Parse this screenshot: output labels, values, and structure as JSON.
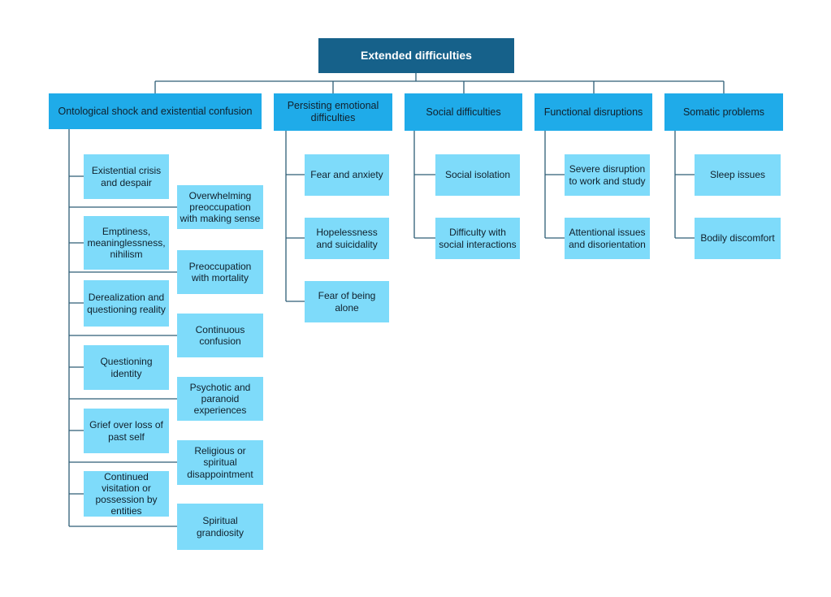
{
  "root": {
    "label": "Extended difficulties"
  },
  "branches": [
    {
      "label": "Ontological shock and existential confusion",
      "children_left": [
        "Existential crisis and despair",
        "Emptiness, meaninglessness, nihilism",
        "Derealization and questioning reality",
        "Questioning identity",
        "Grief over loss of past self",
        "Continued visitation or possession by entities"
      ],
      "children_right": [
        "Overwhelming preoccupation with making sense",
        "Preoccupation with mortality",
        "Continuous confusion",
        "Psychotic and paranoid experiences",
        "Religious or spiritual disappointment",
        "Spiritual grandiosity"
      ]
    },
    {
      "label": "Persisting emotional difficulties",
      "children": [
        "Fear and anxiety",
        "Hopelessness and suicidality",
        "Fear of being alone"
      ]
    },
    {
      "label": "Social difficulties",
      "children": [
        "Social isolation",
        "Difficulty with social interactions"
      ]
    },
    {
      "label": "Functional disruptions",
      "children": [
        "Severe disruption to work and study",
        "Attentional issues and disorientation"
      ]
    },
    {
      "label": "Somatic problems",
      "children": [
        "Sleep issues",
        "Bodily discomfort"
      ]
    }
  ],
  "colors": {
    "root_fill": "#16618A",
    "root_text": "#FFFFFF",
    "branch_fill": "#1FABE9",
    "child_fill": "#7EDBFA",
    "line": "#2E5D76",
    "text": "#10202C",
    "canvas_bg": "#FFFFFF"
  }
}
